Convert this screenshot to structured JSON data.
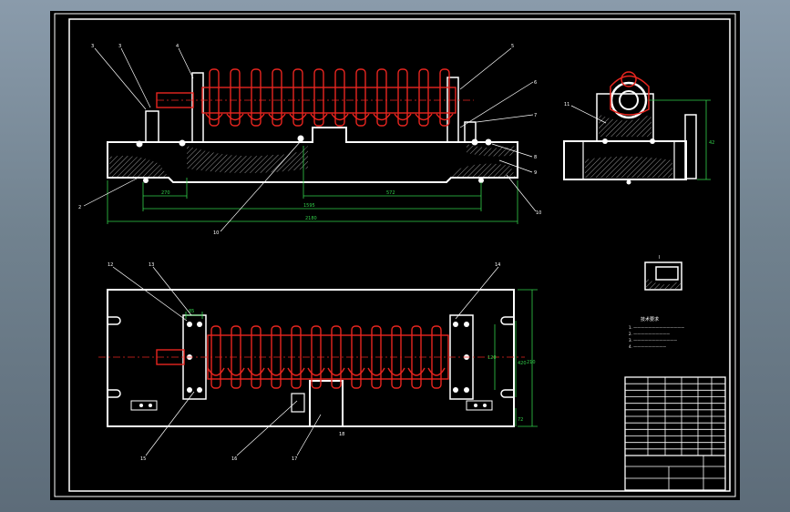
{
  "colors": {
    "background": "#6f8090",
    "sheet": "#000000",
    "outline": "#ffffff",
    "part": "#e8251f",
    "dimension": "#32d04a",
    "leader": "#ffffff"
  },
  "dimensions": {
    "front_view": {
      "left_span": "270",
      "center_span": "572",
      "overall_inner": "1595",
      "overall": "2180"
    },
    "side_view": {
      "height": "42"
    },
    "plan_view": {
      "span_a": "85",
      "span_b": "120",
      "span_c": "420",
      "span_d": "210",
      "span_e": "72"
    }
  },
  "balloons": {
    "front": [
      "3",
      "3",
      "4",
      "2",
      "10",
      "5",
      "6",
      "7",
      "8",
      "9",
      "10"
    ],
    "side": [
      "11"
    ],
    "plan": [
      "12",
      "13",
      "14",
      "15",
      "16",
      "17",
      "18"
    ]
  },
  "detail_label": "Ⅰ",
  "notes_title": "技术要求",
  "notes_lines": [
    "1. ——————————————",
    "2. ——————————",
    "3. ————————————",
    "4. —————————"
  ],
  "title_block": {
    "rows": 12
  }
}
